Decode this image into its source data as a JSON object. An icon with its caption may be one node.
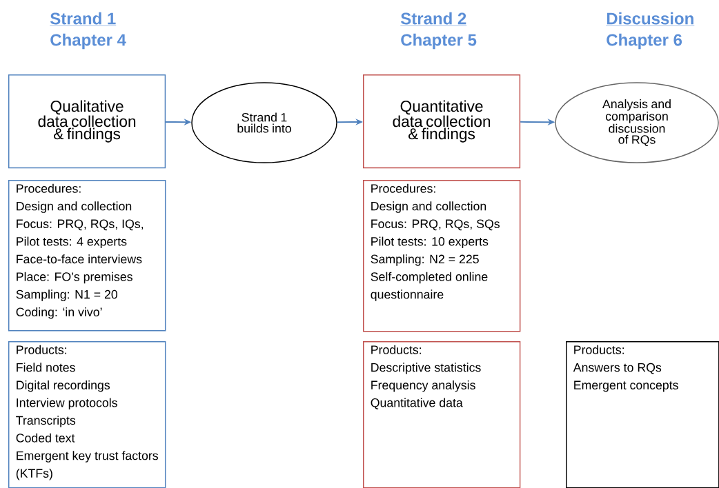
{
  "diagram": {
    "nodes": [
      {
        "text": [
          "Qualitative data collection & findings"
        ]
      },
      {
        "text": [
          "Strand 1 builds into"
        ]
      },
      {
        "text": [
          "Quantitative data collection & findings"
        ]
      },
      {
        "text": [
          "Analysis and comparison discussion of RQs"
        ]
      },
      {
        "text": [
          "Procedures:",
          "Design and collection",
          "Focus: PRQ, RQs, IQs,",
          "Pilot tests: 4 experts",
          "Face-to-face interviews",
          "Place: FO’s premises",
          "Sampling: N1 = 20",
          "Coding: ‘in vivo’"
        ]
      },
      {
        "text": [
          "Products:",
          "Field notes",
          "Digital recordings",
          "Interview protocols",
          "Transcripts",
          "Coded text",
          "Emergent key trust factors (KTFs)"
        ]
      },
      {
        "text": [
          "Procedures:",
          "Design and collection",
          "Focus: PRQ, RQs, SQs",
          "Pilot tests: 10 experts",
          "Sampling: N2 = 225",
          "Self-completed online questionnaire"
        ]
      },
      {
        "text": [
          "Products:",
          "Descriptive statistics",
          "Frequency analysis",
          "Quantitative data"
        ]
      },
      {
        "text": [
          "Products:",
          "Answers to RQs",
          "Emergent concepts"
        ]
      }
    ],
    "edges": [
      {
        "from": 0,
        "to": 1,
        "arrow": "to"
      },
      {
        "from": 1,
        "to": 2,
        "arrow": "to"
      },
      {
        "from": 2,
        "to": 3,
        "arrow": "to"
      }
    ],
    "labels": [
      "Strand 1",
      "Strand 2",
      "Discussion",
      "Chapter 4",
      "Chapter 5",
      "Chapter 6"
    ]
  }
}
